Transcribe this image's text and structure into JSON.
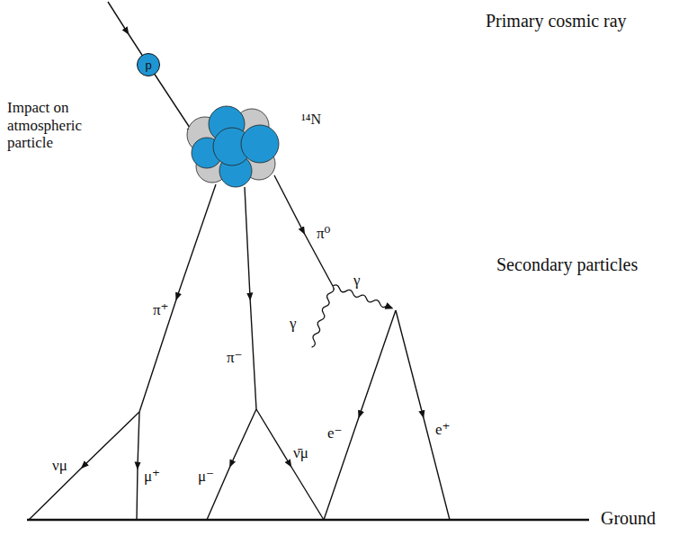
{
  "diagram": {
    "nodes": [
      {
        "text": [
          "p"
        ]
      }
    ],
    "labels": [
      "Primary cosmic ray",
      "Impact on atmospheric particle",
      "¹⁴N",
      "π⁰",
      "γ",
      "γ",
      "Secondary particles",
      "π⁺",
      "π⁻",
      "e⁻",
      "e⁺",
      "νμ",
      "μ⁺",
      "μ⁻",
      "ν̄μ",
      "Ground"
    ]
  }
}
